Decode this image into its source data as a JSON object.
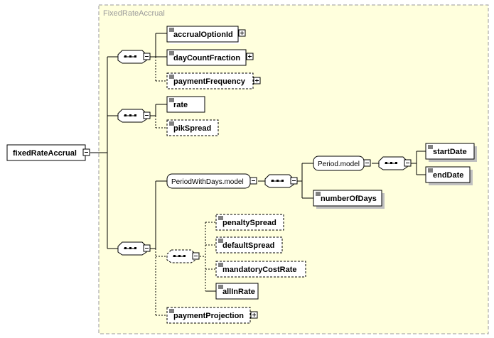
{
  "group": {
    "title": "FixedRateAccrual"
  },
  "root": {
    "label": "fixedRateAccrual"
  },
  "elements": {
    "accrualOptionId": "accrualOptionId",
    "dayCountFraction": "dayCountFraction",
    "paymentFrequency": "paymentFrequency",
    "rate": "rate",
    "pikSpread": "pikSpread",
    "penaltySpread": "penaltySpread",
    "defaultSpread": "defaultSpread",
    "mandatoryCostRate": "mandatoryCostRate",
    "allInRate": "allInRate",
    "paymentProjection": "paymentProjection",
    "startDate": "startDate",
    "endDate": "endDate",
    "numberOfDays": "numberOfDays"
  },
  "models": {
    "periodWithDays": "PeriodWithDays.model",
    "period": "Period.model"
  }
}
